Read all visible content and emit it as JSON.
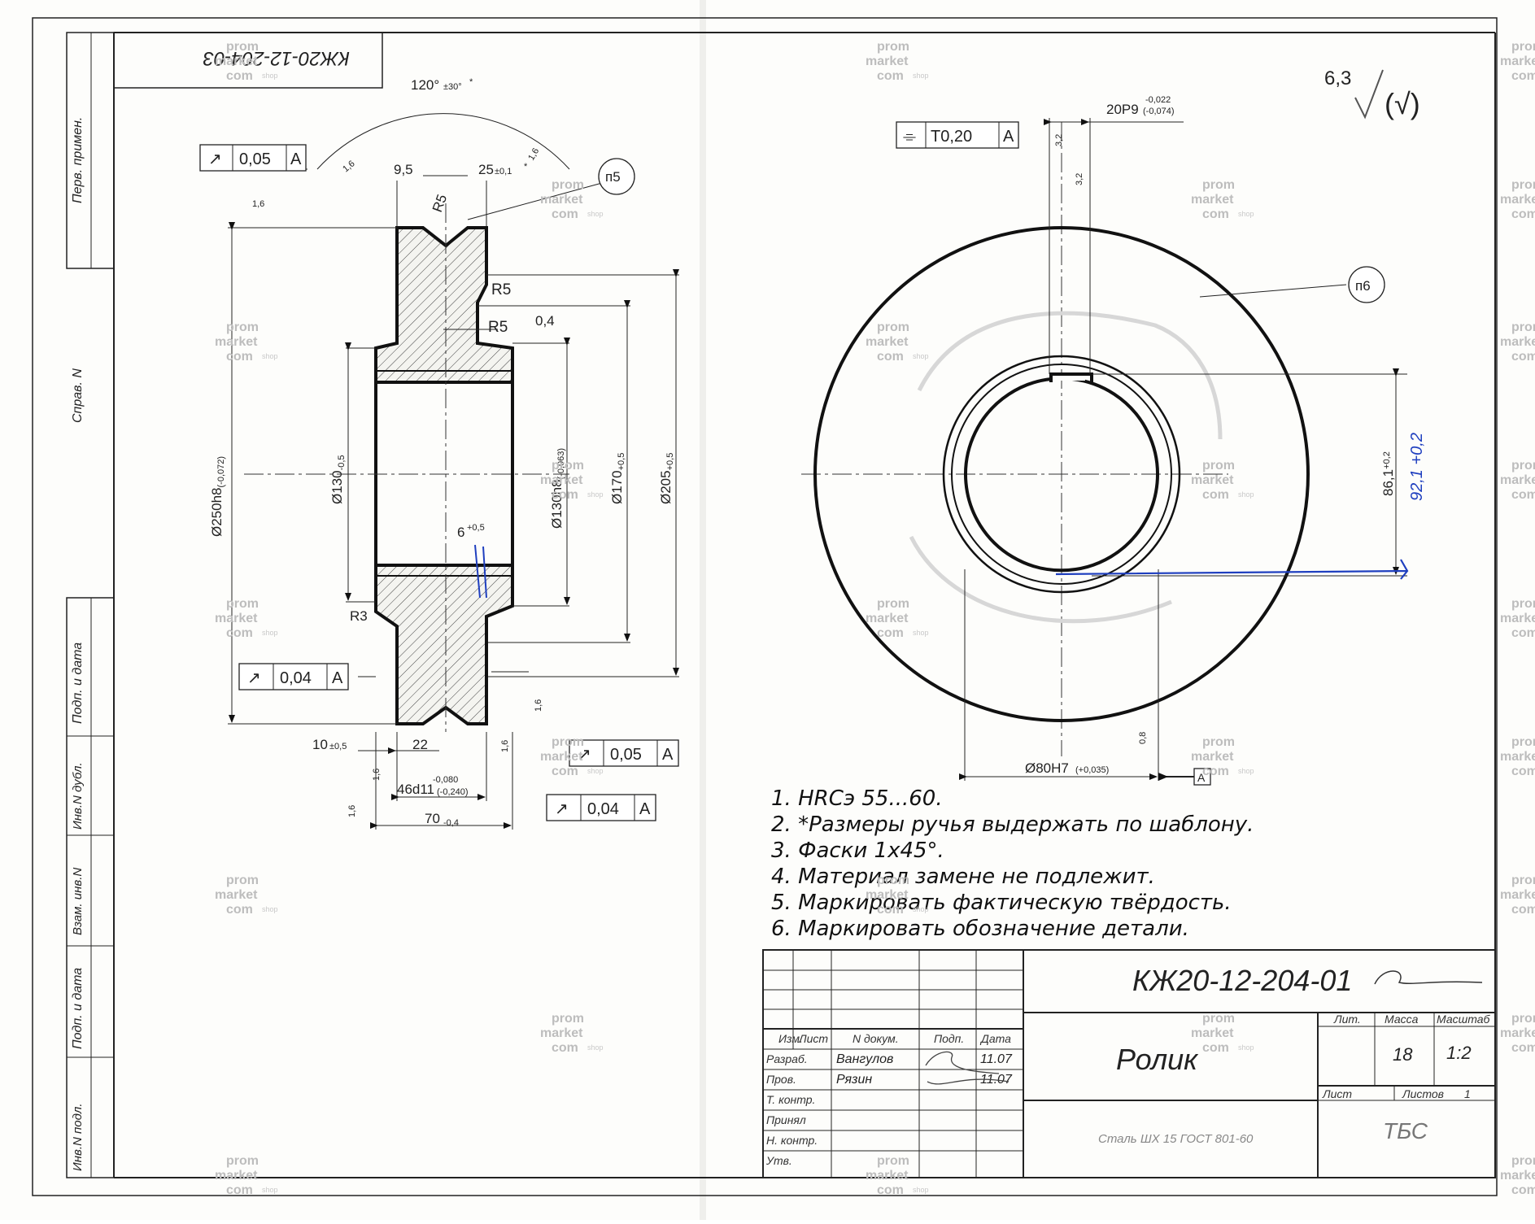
{
  "colors": {
    "ink": "#111111",
    "pen": "#1f3fbf",
    "paper": "#fdfdfb",
    "watermark": "#bdbdbd"
  },
  "side_stamps": {
    "doc_code_mirrored": "КЖ20-12-204-03",
    "perv_primen": "Перв. примен.",
    "sprav_n": "Справ. N",
    "podp_data_1": "Подп. и дата",
    "inv_n_dubl": "Инв.N дубл.",
    "vzam_inv_n": "Взам. инв.N",
    "podp_data_2": "Подп. и дата",
    "inv_n_podl": "Инв.N подл."
  },
  "roughness": {
    "general": "6,3",
    "general_paren": "(√)"
  },
  "section_view": {
    "angle": "120°",
    "angle_tol": "±30°",
    "angle_star": "*",
    "r16_a": "1,6",
    "r16_b": "1,6",
    "r16_c": "1,6",
    "r16_d": "1,6",
    "r16_e": "1,6",
    "r16_f": "1,6",
    "r16_g": "1,6",
    "d95": "9,5",
    "d25": "25",
    "d25_tol": "±0,1",
    "d25_star": "*",
    "r5_top": "R5",
    "r5_mid": "R5",
    "r5_low": "R5",
    "r3": "R3",
    "d04": "0,4",
    "n5": "п5",
    "dia250": "Ø250h8",
    "dia250_tol": "(-0,072)",
    "dia130": "Ø130",
    "dia130_tol": "-0,5",
    "dia130h8": "Ø130h8",
    "dia130h8_tol": "(-0,063)",
    "dia170": "Ø170",
    "dia170_tol": "+0,5",
    "dia205": "Ø205",
    "dia205_tol": "+0,5",
    "d6": "6",
    "d6_tol": "+0,5",
    "d10": "10",
    "d10_tol": "±0,5",
    "d22": "22",
    "d46": "46d11",
    "d46_tol_up": "-0,080",
    "d46_tol_low": "(-0,240)",
    "d70": "70",
    "d70_tol": "-0,4"
  },
  "tolerance_frames": [
    {
      "symbol": "↗",
      "value": "0,05",
      "datum": "A"
    },
    {
      "symbol": "↗",
      "value": "0,04",
      "datum": "A"
    },
    {
      "symbol": "↗",
      "value": "0,05",
      "datum": "A"
    },
    {
      "symbol": "↗",
      "value": "0,04",
      "datum": "A"
    },
    {
      "symbol": "⌯",
      "value": "T0,20",
      "datum": "A"
    }
  ],
  "front_view": {
    "key_width": "20P9",
    "key_tol_up": "-0,022",
    "key_tol_low": "(-0,074)",
    "r32_a": "3,2",
    "r32_b": "3,2",
    "r08": "0,8",
    "n6": "п6",
    "bore": "Ø80H7",
    "bore_tol": "(+0,035)",
    "datum": "A",
    "key_depth": "86,1",
    "key_depth_tol": "+0,2",
    "pen_value": "92,1 +0,2"
  },
  "notes": [
    "1. HRCэ 55...60.",
    "2. *Размеры ручья выдержать по шаблону.",
    "3. Фаски 1х45°.",
    "4. Материал замене не подлежит.",
    "5. Маркировать фактическую твёрдость.",
    "6. Маркировать обозначение детали."
  ],
  "title_block": {
    "designation": "КЖ20-12-204-01",
    "part_name": "Ролик",
    "material": "Сталь ШХ 15 ГОСТ 801-60",
    "company": "ТБС",
    "hdr_izm": "Изм.",
    "hdr_list": "Лист",
    "hdr_ndok": "N докум.",
    "hdr_podp": "Подп.",
    "hdr_data": "Дата",
    "row_razrab": "Разраб.",
    "name_razrab": "Вангулов",
    "date_razrab": "11.07",
    "row_prov": "Пров.",
    "name_prov": "Рязин",
    "date_prov": "11.07",
    "row_tkontr": "Т. контр.",
    "row_prinyal": "Принял",
    "row_nkontr": "Н. контр.",
    "row_utv": "Утв.",
    "hdr_lit": "Лит.",
    "hdr_massa": "Масса",
    "hdr_masshtab": "Масштаб",
    "massa": "18",
    "masshtab": "1:2",
    "list_label": "Лист",
    "listov_label": "Листов",
    "listov": "1"
  },
  "watermark": {
    "l1": "prom",
    "l2": "market",
    "l3": "com",
    "l4": "shop"
  }
}
